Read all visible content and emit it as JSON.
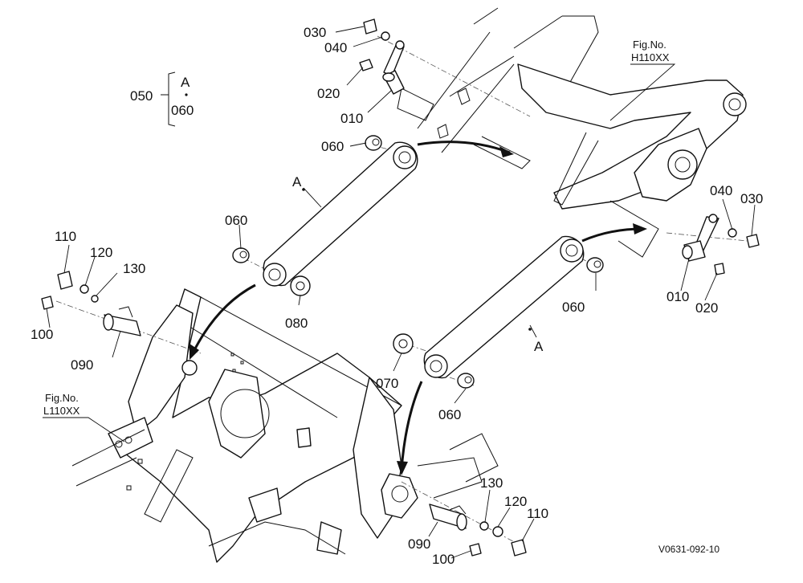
{
  "diagram": {
    "drawing_id": "V0631-092-10",
    "legend": {
      "assembly": "050",
      "item_a": "A",
      "item_b": "060"
    },
    "fig_refs": [
      {
        "prefix": "Fig.No.",
        "code": "H110XX"
      },
      {
        "prefix": "Fig.No.",
        "code": "L110XX"
      }
    ],
    "assembly_tags": [
      "A",
      "A"
    ],
    "callouts": [
      "030",
      "040",
      "020",
      "010",
      "060",
      "060",
      "080",
      "110",
      "120",
      "130",
      "100",
      "090",
      "040",
      "030",
      "010",
      "020",
      "060",
      "070",
      "060",
      "130",
      "120",
      "110",
      "090",
      "100"
    ]
  }
}
